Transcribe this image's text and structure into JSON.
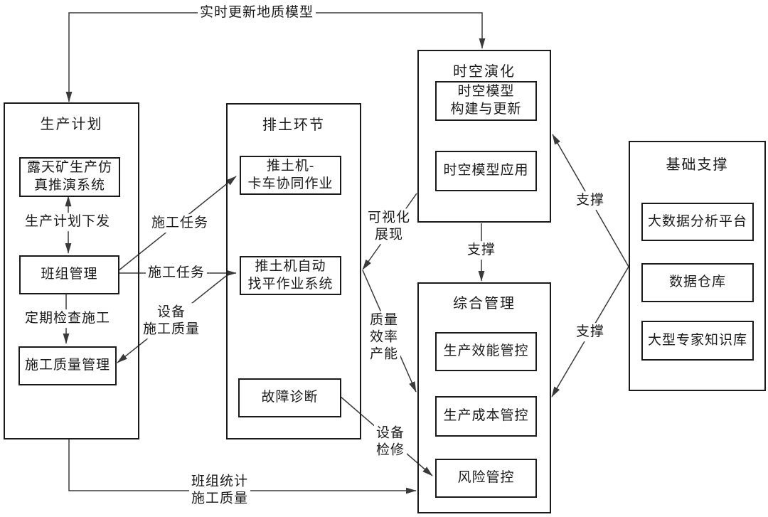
{
  "figure": {
    "groups": [
      {
        "id": "production-plan",
        "title": "生产计划",
        "items": [
          {
            "id": "simulation",
            "label": "露天矿生产仿\n真推演系统"
          },
          {
            "id": "team-mgmt",
            "label": "班组管理"
          },
          {
            "id": "construction-quality",
            "label": "施工质量管理"
          }
        ]
      },
      {
        "id": "dumping",
        "title": "排土环节",
        "items": [
          {
            "id": "dozer-truck",
            "label": "推土机-\n卡车协同作业"
          },
          {
            "id": "auto-leveling",
            "label": "推土机自动\n找平作业系统"
          },
          {
            "id": "fault-diagnosis",
            "label": "故障诊断"
          }
        ]
      },
      {
        "id": "spatiotemporal",
        "title": "时空演化",
        "items": [
          {
            "id": "model-build",
            "label": "时空模型\n构建与更新"
          },
          {
            "id": "model-apply",
            "label": "时空模型应用"
          }
        ]
      },
      {
        "id": "comprehensive",
        "title": "综合管理",
        "items": [
          {
            "id": "efficiency",
            "label": "生产效能管控"
          },
          {
            "id": "cost",
            "label": "生产成本管控"
          },
          {
            "id": "risk",
            "label": "风险管控"
          }
        ]
      },
      {
        "id": "foundation",
        "title": "基础支撑",
        "items": [
          {
            "id": "bigdata",
            "label": "大数据分析平台"
          },
          {
            "id": "warehouse",
            "label": "数据仓库"
          },
          {
            "id": "expert",
            "label": "大型专家知识库"
          }
        ]
      }
    ],
    "edge_labels": {
      "realtime_geo": "实时更新地质模型",
      "plan_dispatch": "生产计划下发",
      "periodic_check": "定期检查施工",
      "task1": "施工任务",
      "task2": "施工任务",
      "equip_quality": "设备\n施工质量",
      "team_stats": "班组统计\n施工质量",
      "visualization": "可视化\n展现",
      "qty_eff_cap": "质量\n效率\n产能",
      "equip_repair": "设备\n检修",
      "support_v": "支撑",
      "support_upper": "支撑",
      "support_lower": "支撑"
    },
    "colors": {
      "line": "#3a3a3a",
      "border": "#1a1a1a",
      "text": "#1a1a1a",
      "background": "#ffffff"
    }
  }
}
